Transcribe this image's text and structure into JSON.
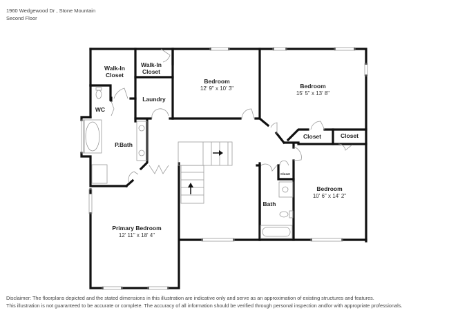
{
  "header": {
    "address": "1960 Wedgewood Dr , Stone Mountain",
    "floor": "Second Floor"
  },
  "rooms": {
    "walk_in_closet_1": {
      "name": "Walk-In",
      "name2": "Closet"
    },
    "walk_in_closet_2": {
      "name": "Walk-In",
      "name2": "Closet"
    },
    "wc": {
      "name": "WC"
    },
    "laundry": {
      "name": "Laundry"
    },
    "bedroom_1": {
      "name": "Bedroom",
      "dims": "12' 9\" x 10' 3\""
    },
    "bedroom_2": {
      "name": "Bedroom",
      "dims": "15' 5\" x 13' 8\""
    },
    "closet_1": {
      "name": "Closet"
    },
    "closet_2": {
      "name": "Closet"
    },
    "closet_small": {
      "name": "Closet"
    },
    "p_bath": {
      "name": "P.Bath"
    },
    "bath": {
      "name": "Bath"
    },
    "bedroom_3": {
      "name": "Bedroom",
      "dims": "10' 6\" x 14' 2\""
    },
    "primary_bedroom": {
      "name": "Primary Bedroom",
      "dims": "12' 11\" x 18' 4\""
    }
  },
  "colors": {
    "wall": "#111111",
    "thin": "#999999",
    "text": "#222222"
  },
  "disclaimer": {
    "line1": "Disclaimer: The floorplans depicted and the stated dimensions in this illustration are indicative only and serve as an approximation of existing structures and features.",
    "line2": "This illustration is not guaranteed to be accurate or complete. The accuracy of all information should be verified through personal inspection and/or with appropriate professionals."
  }
}
